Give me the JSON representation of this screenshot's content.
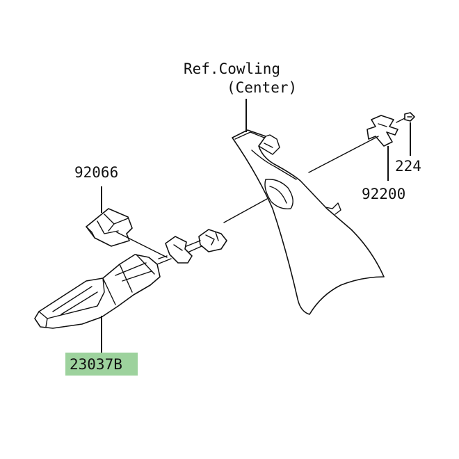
{
  "labels": {
    "ref_line1": "Ref.Cowling",
    "ref_line2": "(Center)",
    "p92066": "92066",
    "p224": "224",
    "p92200": "92200",
    "p23037b": "23037B"
  },
  "colors": {
    "highlight": "#9dd29d",
    "line": "#111111",
    "background": "#ffffff"
  }
}
